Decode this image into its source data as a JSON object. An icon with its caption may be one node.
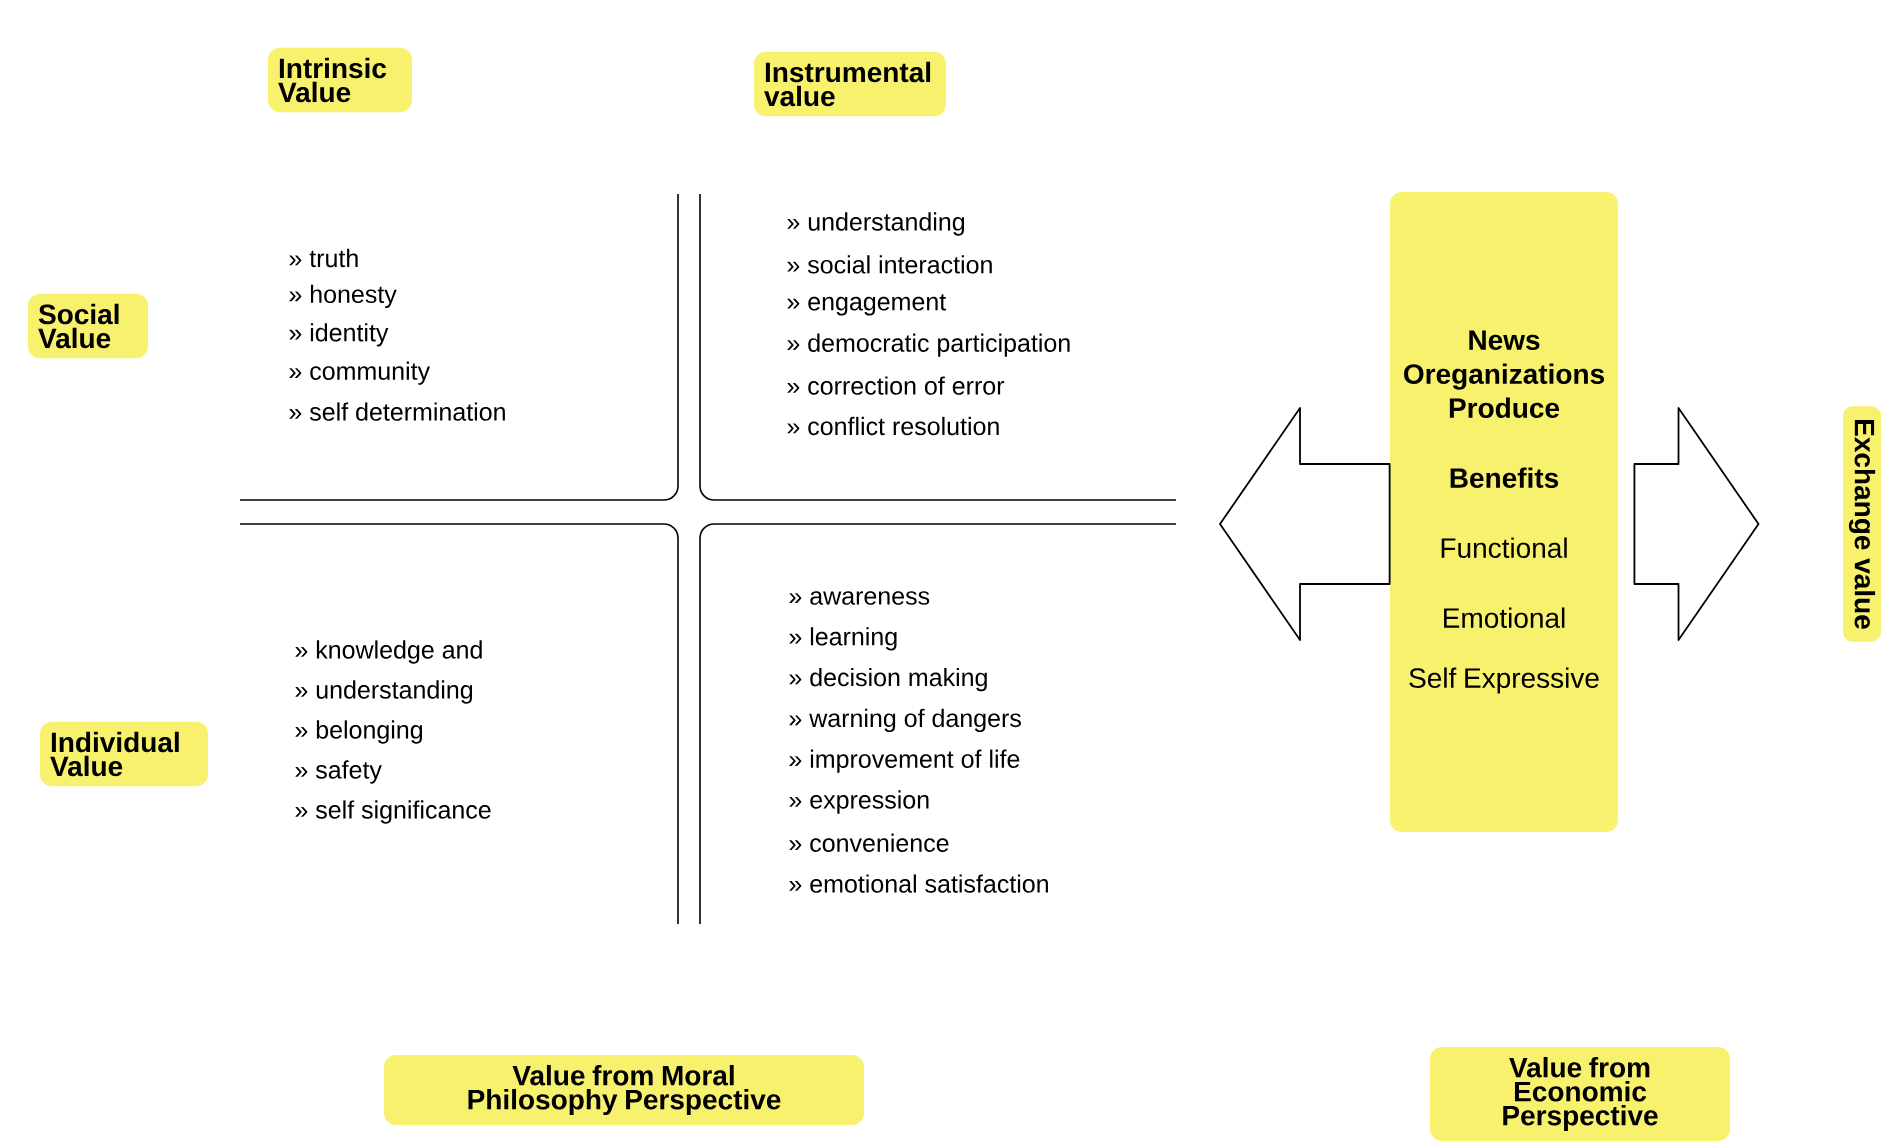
{
  "diagram": {
    "nodes": [
      {
        "text": [
          "Intrinsic Value"
        ]
      },
      {
        "text": [
          "Instrumental value"
        ]
      },
      {
        "text": [
          "Social Value"
        ]
      },
      {
        "text": [
          "Individual Value"
        ]
      },
      {
        "text": [
          "News Oreganizations Produce",
          "Benefits",
          "Functional",
          "Emotional",
          "Self Expressive"
        ]
      },
      {
        "text": [
          "Exchange value"
        ]
      },
      {
        "text": [
          "Value from Moral Philosophy Perspective"
        ]
      },
      {
        "text": [
          "Value from Economic Perspective"
        ]
      }
    ],
    "edges": [
      {
        "from": 4,
        "to": null,
        "arrow": "to"
      },
      {
        "from": 4,
        "to": 5,
        "arrow": "to"
      }
    ],
    "labels": [
      "» truth",
      "» honesty",
      "» identity",
      "» community",
      "» self determination",
      "» understanding",
      "» social interaction",
      "» engagement",
      "» democratic participation",
      "» correction of error",
      "» conflict resolution",
      "» knowledge and",
      "» understanding",
      "» belonging",
      "» safety",
      "» self significance",
      "» awareness",
      "» learning",
      "» decision making",
      "» warning of dangers",
      "» improvement of life",
      "» expression",
      "» convenience",
      "» emotional satisfaction"
    ]
  }
}
